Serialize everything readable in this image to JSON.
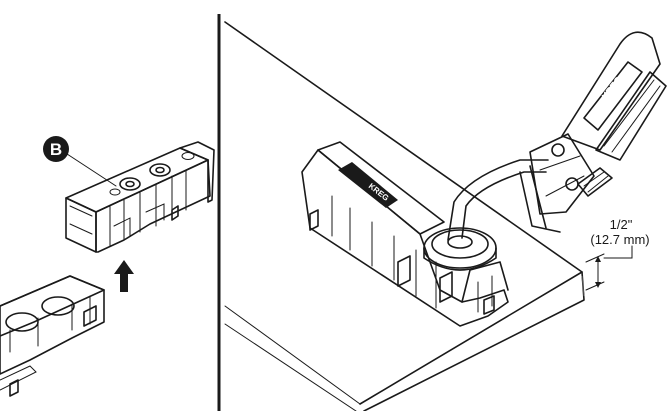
{
  "panels": {
    "left": {
      "callout": {
        "letter": "B"
      },
      "arrow_icon": "up-arrow-icon"
    },
    "right": {
      "dimension": {
        "imperial": "1/2\"",
        "metric": "(12.7 mm)"
      },
      "clamp_brand": "KREG"
    }
  },
  "colors": {
    "ink": "#1a1a1a",
    "callout_fill": "#1a1a1a",
    "background": "#ffffff"
  }
}
